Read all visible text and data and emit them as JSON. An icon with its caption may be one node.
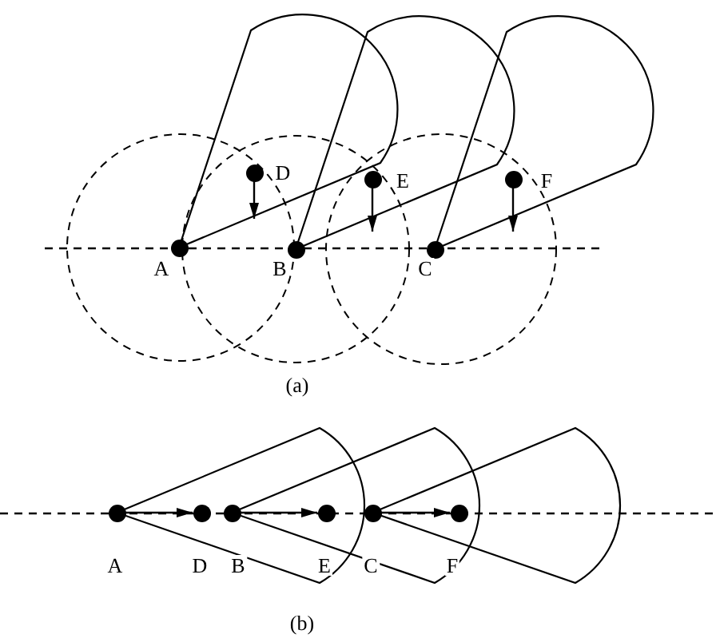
{
  "diagram": {
    "nodes": [
      {
        "text": [],
        "shape": "circle",
        "beside": [
          "D"
        ]
      },
      {
        "text": [],
        "shape": "circle",
        "beside": [
          "E"
        ]
      },
      {
        "text": [],
        "shape": "circle",
        "beside": [
          "F"
        ]
      },
      {
        "text": [],
        "shape": "circle",
        "beside": [
          "A"
        ]
      },
      {
        "text": [],
        "shape": "circle",
        "beside": [
          "B"
        ]
      },
      {
        "text": [],
        "shape": "circle",
        "beside": [
          "C"
        ]
      },
      {
        "text": [],
        "shape": "circle",
        "beside": [
          "A"
        ]
      },
      {
        "text": [],
        "shape": "circle",
        "beside": [
          "D"
        ]
      },
      {
        "text": [],
        "shape": "circle",
        "beside": [
          "B"
        ]
      },
      {
        "text": [],
        "shape": "circle",
        "beside": [
          "E"
        ]
      },
      {
        "text": [],
        "shape": "circle",
        "beside": [
          "C"
        ]
      },
      {
        "text": [],
        "shape": "circle",
        "beside": [
          "F"
        ]
      }
    ],
    "edges": [
      {
        "from": 0,
        "to": null,
        "arrow": "to"
      },
      {
        "from": 1,
        "to": null,
        "arrow": "to"
      },
      {
        "from": 2,
        "to": null,
        "arrow": "to"
      },
      {
        "from": 6,
        "to": 7,
        "arrow": "to"
      },
      {
        "from": 8,
        "to": 9,
        "arrow": "to"
      },
      {
        "from": 10,
        "to": 11,
        "arrow": "to"
      }
    ],
    "labels": [
      "(a)",
      "(b)"
    ]
  }
}
